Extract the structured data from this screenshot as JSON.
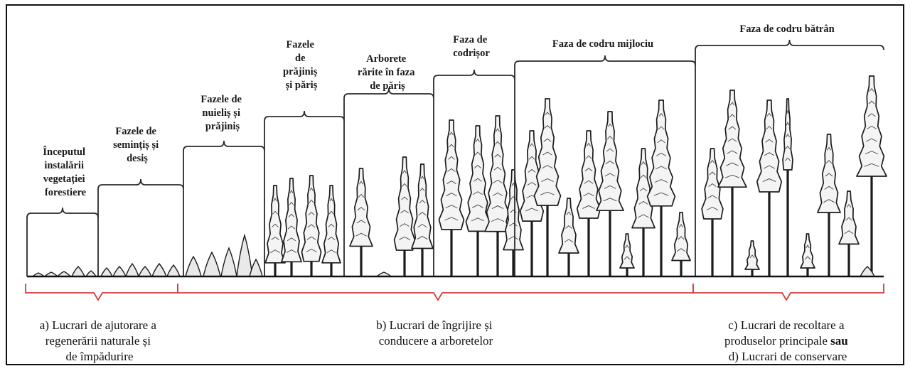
{
  "phases": [
    {
      "key": "inceput",
      "lines": [
        "Începutul",
        "instalării",
        "vegetației",
        "forestiere"
      ]
    },
    {
      "key": "semintis",
      "lines": [
        "Fazele de",
        "semințiș și",
        "desiș"
      ]
    },
    {
      "key": "nuielis",
      "lines": [
        "Fazele de",
        "nuieliș și",
        "prăjiniș"
      ]
    },
    {
      "key": "prajinis",
      "lines": [
        "Fazele",
        "de",
        "prăjiniș",
        "și păriș"
      ]
    },
    {
      "key": "rarite",
      "lines": [
        "Arborete",
        "rărite în faza",
        "de păriș"
      ]
    },
    {
      "key": "codrisor",
      "lines": [
        "Faza de",
        "codrișor"
      ]
    },
    {
      "key": "mijlociu",
      "lines": [
        "Faza de codru mijlociu"
      ]
    },
    {
      "key": "batran",
      "lines": [
        "Faza de codru bătrân"
      ]
    }
  ],
  "works": {
    "a": [
      "a) Lucrari de ajutorare a",
      "regenerării naturale și",
      "de împădurire"
    ],
    "b": [
      "b) Lucrari de îngrijire și",
      "conducere a arboretelor"
    ],
    "c_line1": "c) Lucrari de recoltare a",
    "c_line2_text": "produselor principale ",
    "c_line2_strong": "sau",
    "c_line3": "d) Lucrari de conservare"
  },
  "colors": {
    "bracket_red": "#d63a3a",
    "ink": "#1c1c1c"
  }
}
